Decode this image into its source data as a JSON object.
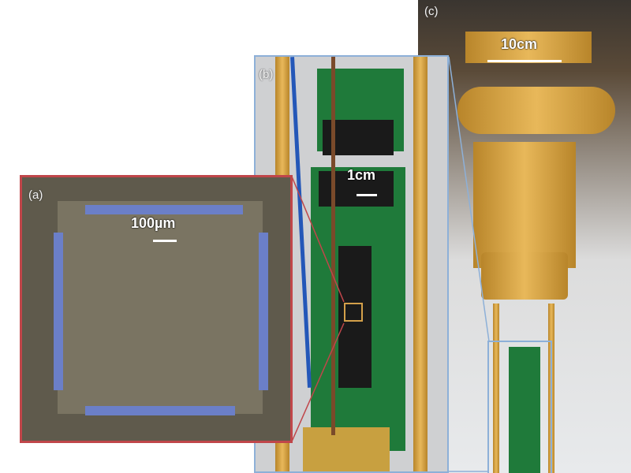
{
  "panels": {
    "c": {
      "label": "(c)",
      "scale": "10cm"
    },
    "b": {
      "label": "(b)",
      "scale": "1cm"
    },
    "a": {
      "label": "(a)",
      "scale": "100µm"
    }
  },
  "colors": {
    "panel_a_border": "#c0464a",
    "panel_b_border": "#8db0d8"
  }
}
